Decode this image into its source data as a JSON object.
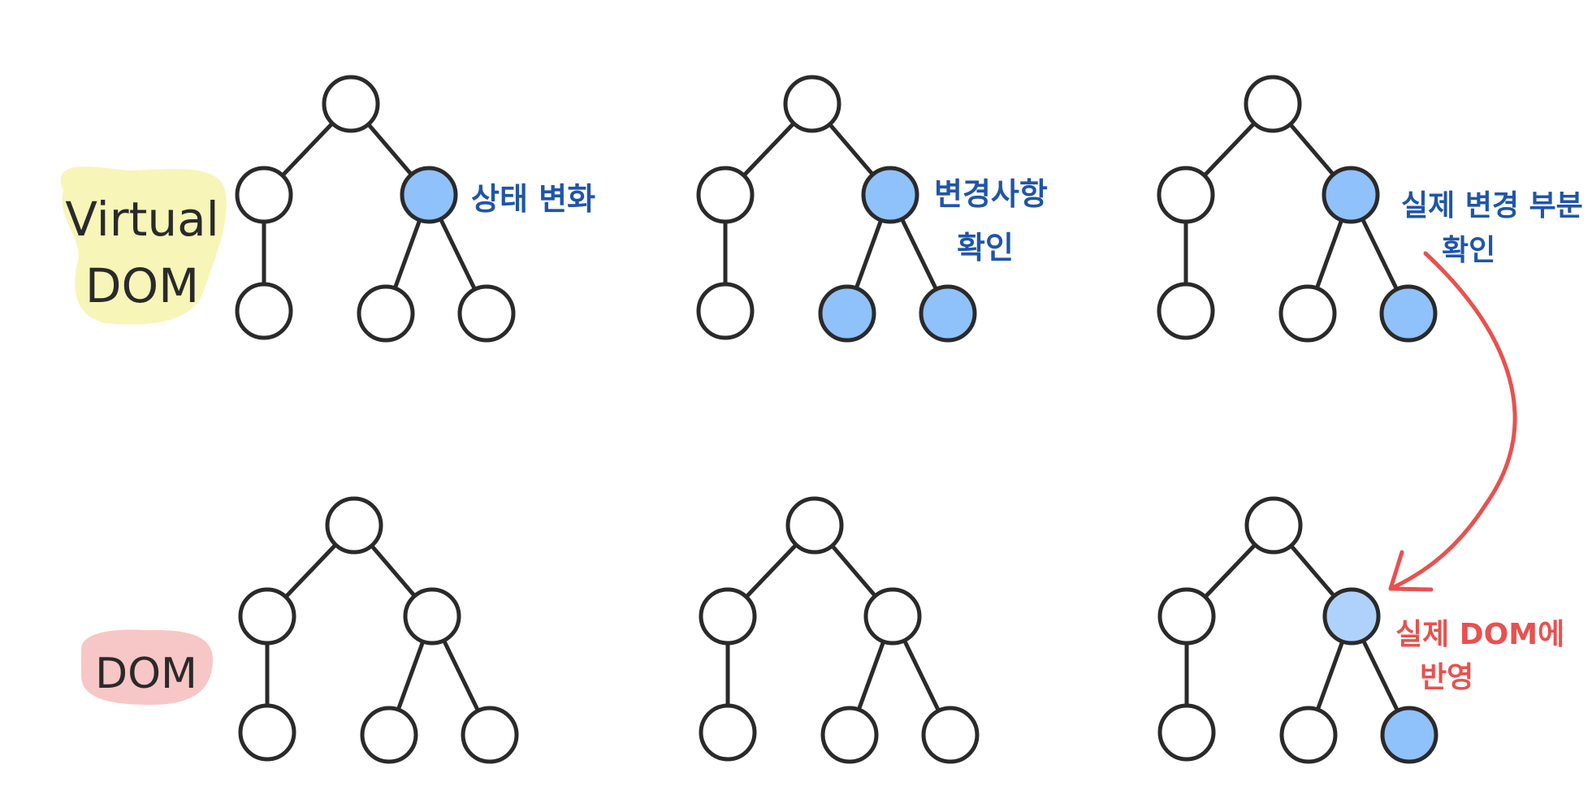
{
  "labels": {
    "virtual_dom_line1": "Virtual",
    "virtual_dom_line2": "DOM",
    "dom": "DOM"
  },
  "annotations": {
    "state_change": "상태 변화",
    "check_changes_line1": "변경사항",
    "check_changes_line2": "확인",
    "check_actual_line1": "실제 변경 부분",
    "check_actual_line2": "확인",
    "apply_dom_line1": "실제 DOM에",
    "apply_dom_line2": "반영"
  },
  "colors": {
    "stroke": "#2a2a2a",
    "node_fill": "#ffffff",
    "highlight": "#8fc1fb",
    "highlight_light": "#aed2fb",
    "annotation_blue": "#1f55a8",
    "annotation_red": "#e8514f",
    "virtual_dom_badge": "#f8f5b8",
    "dom_badge": "#f6c7c6"
  },
  "trees": {
    "virtual_dom": [
      {
        "step": 1,
        "highlighted_nodes": [
          "right-child"
        ]
      },
      {
        "step": 2,
        "highlighted_nodes": [
          "right-child",
          "grandchild-middle",
          "grandchild-right"
        ]
      },
      {
        "step": 3,
        "highlighted_nodes": [
          "right-child",
          "grandchild-right"
        ]
      }
    ],
    "dom": [
      {
        "step": 1,
        "highlighted_nodes": []
      },
      {
        "step": 2,
        "highlighted_nodes": []
      },
      {
        "step": 3,
        "highlighted_nodes": [
          "right-child-light",
          "grandchild-right"
        ]
      }
    ]
  }
}
